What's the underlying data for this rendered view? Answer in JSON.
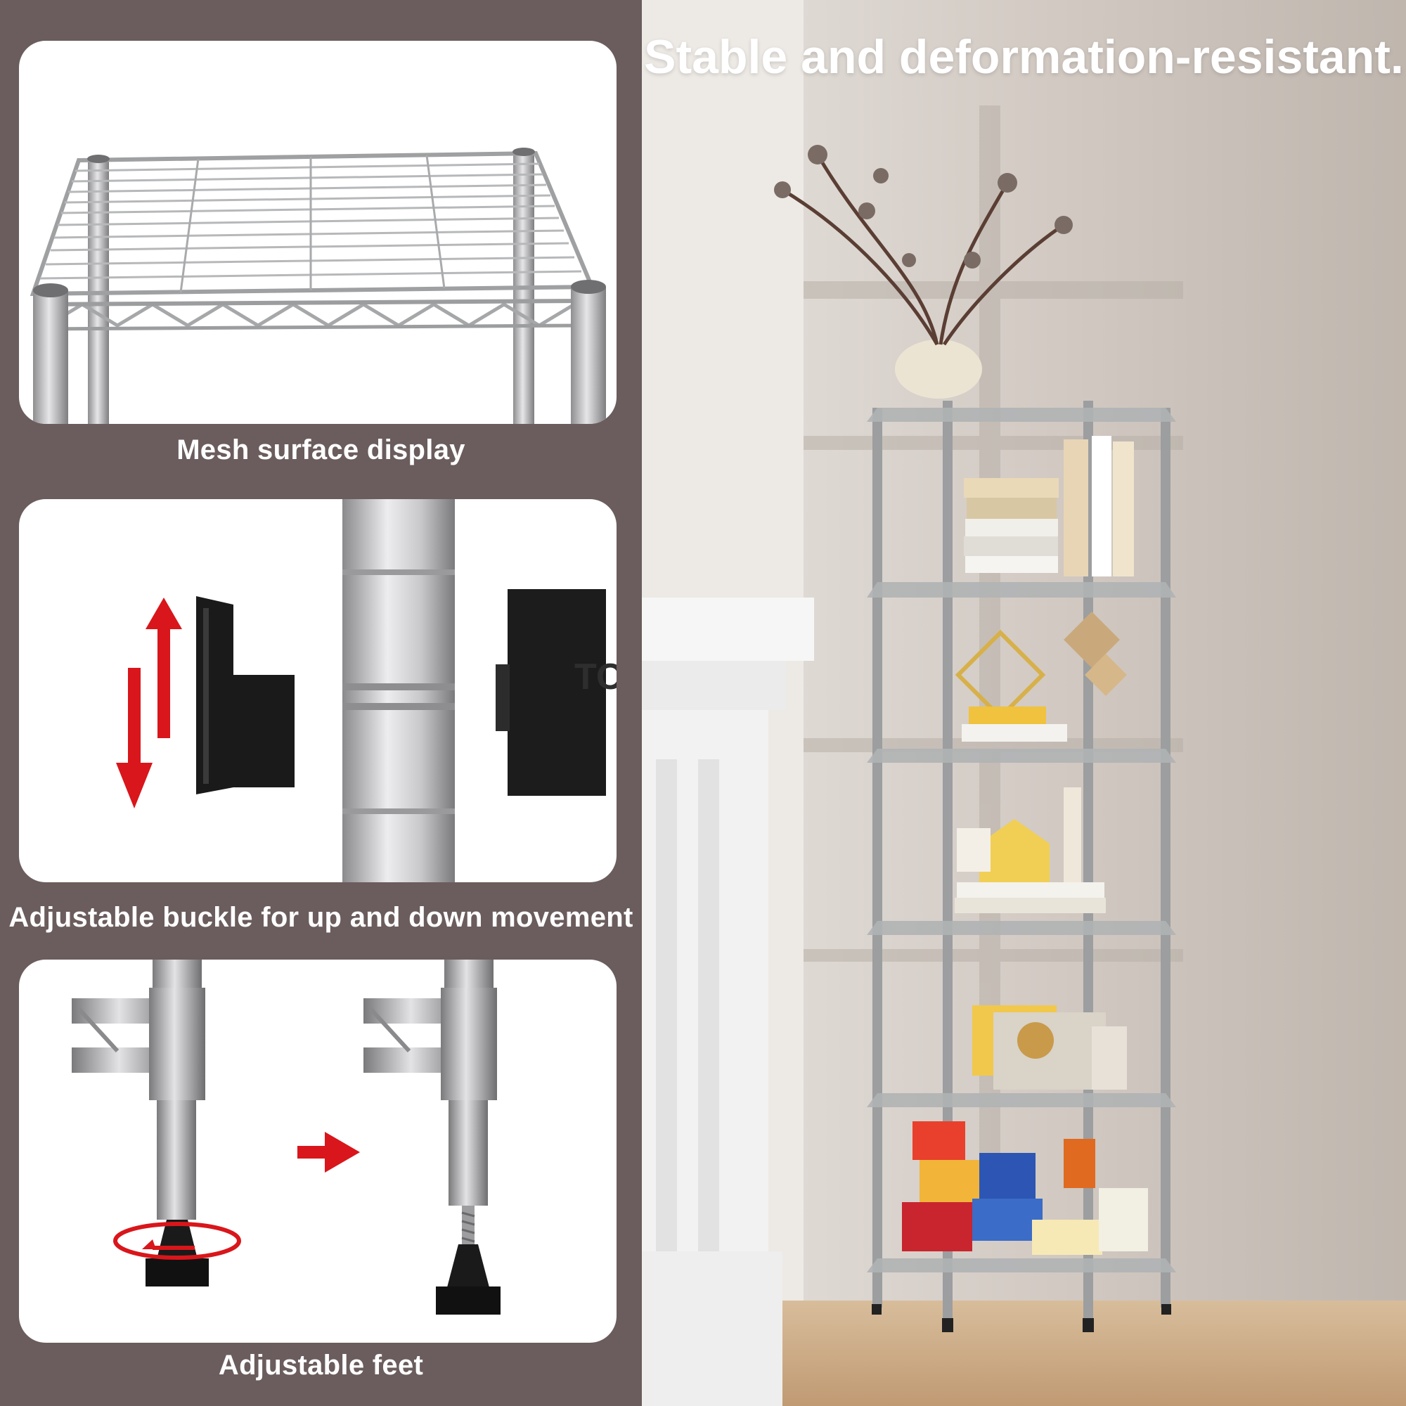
{
  "headline": "Stable and deformation-resistant.",
  "features": [
    {
      "caption": "Mesh surface display"
    },
    {
      "caption": "Adjustable buckle for up and down movement"
    },
    {
      "caption": "Adjustable feet"
    }
  ],
  "colors": {
    "panel_background": "#6b5d5d",
    "card_background": "#ffffff",
    "chrome": "#b9b9bb",
    "arrow_red": "#d9161b",
    "clip_black": "#1a1a1a",
    "wall": "#cfc9c4",
    "floor": "#c9ab88",
    "fireplace": "#f4f4f4"
  },
  "icons": {
    "up_down_arrows": "up-down-arrows-icon",
    "right_arrow": "right-arrow-icon",
    "rotate_arrow": "rotate-arrow-icon"
  }
}
